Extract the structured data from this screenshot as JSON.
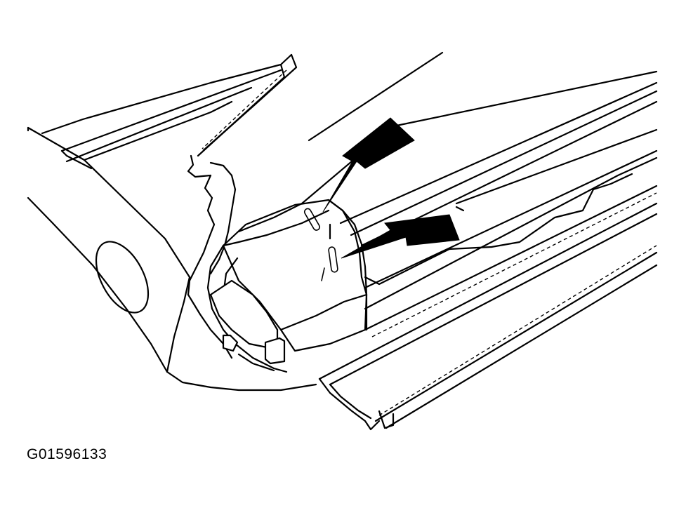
{
  "figure": {
    "code": "G01596133",
    "colors": {
      "line": "#000000",
      "background": "#ffffff",
      "arrow": "#000000"
    },
    "callouts": [
      "upper-slot-arrow",
      "lower-slot-arrow"
    ]
  }
}
